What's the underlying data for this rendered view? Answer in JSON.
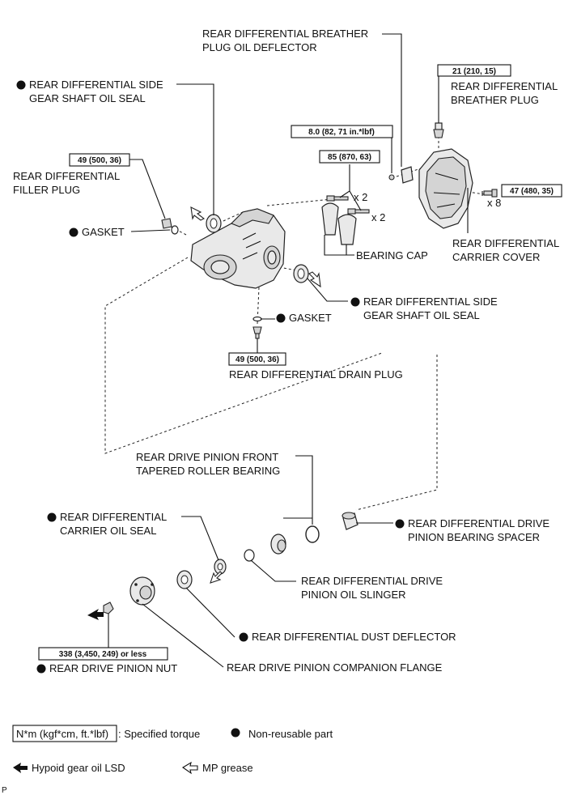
{
  "labels": {
    "breather_deflector_1": "REAR DIFFERENTIAL BREATHER",
    "breather_deflector_2": "PLUG OIL DEFLECTOR",
    "breather_plug_1": "REAR DIFFERENTIAL",
    "breather_plug_2": "BREATHER PLUG",
    "side_seal_top_1": "REAR DIFFERENTIAL SIDE",
    "side_seal_top_2": "GEAR SHAFT OIL SEAL",
    "filler_plug_1": "REAR DIFFERENTIAL",
    "filler_plug_2": "FILLER PLUG",
    "gasket_upper": "GASKET",
    "bearing_cap": "BEARING CAP",
    "carrier_cover_1": "REAR DIFFERENTIAL",
    "carrier_cover_2": "CARRIER COVER",
    "side_seal_bottom_1": "REAR DIFFERENTIAL SIDE",
    "side_seal_bottom_2": "GEAR SHAFT OIL SEAL",
    "gasket_lower": "GASKET",
    "drain_plug": "REAR DIFFERENTIAL DRAIN PLUG",
    "front_bearing_1": "REAR DRIVE PINION FRONT",
    "front_bearing_2": "TAPERED ROLLER BEARING",
    "carrier_oil_seal_1": "REAR DIFFERENTIAL",
    "carrier_oil_seal_2": "CARRIER OIL SEAL",
    "spacer_1": "REAR DIFFERENTIAL DRIVE",
    "spacer_2": "PINION BEARING SPACER",
    "slinger_1": "REAR DIFFERENTIAL DRIVE",
    "slinger_2": "PINION OIL SLINGER",
    "dust_deflector": "REAR DIFFERENTIAL DUST DEFLECTOR",
    "companion_flange": "REAR DRIVE PINION COMPANION FLANGE",
    "pinion_nut": "REAR DRIVE PINION NUT"
  },
  "torques": {
    "breather_plug": "21 (210, 15)",
    "deflector_bolt": "8.0 (82, 71 in.*lbf)",
    "bearing_cap_bolts": "85 (870, 63)",
    "filler_plug": "49 (500, 36)",
    "cover_bolts": "47 (480, 35)",
    "drain_plug": "49 (500, 36)",
    "pinion_nut": "338 (3,450, 249) or less"
  },
  "quantities": {
    "bearing_cap_bolts_a": "x 2",
    "bearing_cap_bolts_b": "x 2",
    "cover_bolts": "x 8"
  },
  "legend": {
    "torque_unit": "N*m (kgf*cm, ft.*lbf)",
    "torque_text": ": Specified torque",
    "non_reusable": "Non-reusable part",
    "hypoid_oil": "Hypoid gear oil LSD",
    "mp_grease": "MP grease"
  },
  "corner_mark": "P",
  "icons": {
    "non_reusable": "filled-circle-icon",
    "hypoid_oil": "filled-arrow-icon",
    "mp_grease": "outline-arrow-icon"
  }
}
